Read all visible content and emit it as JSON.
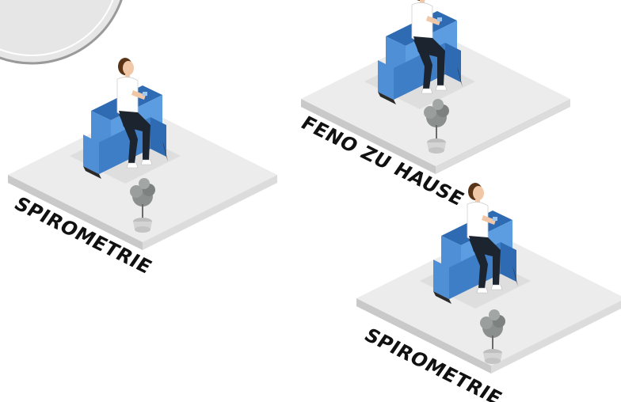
{
  "stations": [
    {
      "label": "SPIROMETRIE"
    },
    {
      "label": "FENO ZU HAUSE"
    },
    {
      "label": "SPIROMETRIE"
    }
  ],
  "colors": {
    "floor_top": "#ececec",
    "floor_left": "#c9c9c9",
    "floor_right": "#dcdcdc",
    "rug": "#dedede",
    "chair": "#4f8fd6",
    "chair_dark": "#2f6bb3",
    "shirt": "#ffffff",
    "pants": "#1c2430",
    "skin": "#f0c8a8",
    "hair": "#5a3417",
    "plant": "#8b8f8d",
    "pot": "#d4d4d4",
    "text": "#111111",
    "partial_circle_fill": "#e6e6e6",
    "partial_circle_stroke": "#9a9a9a"
  },
  "icons": {
    "partial_circle": "circle-badge",
    "person": "seated-woman-icon",
    "chair": "armchair-icon",
    "plant": "potted-plant-icon"
  }
}
